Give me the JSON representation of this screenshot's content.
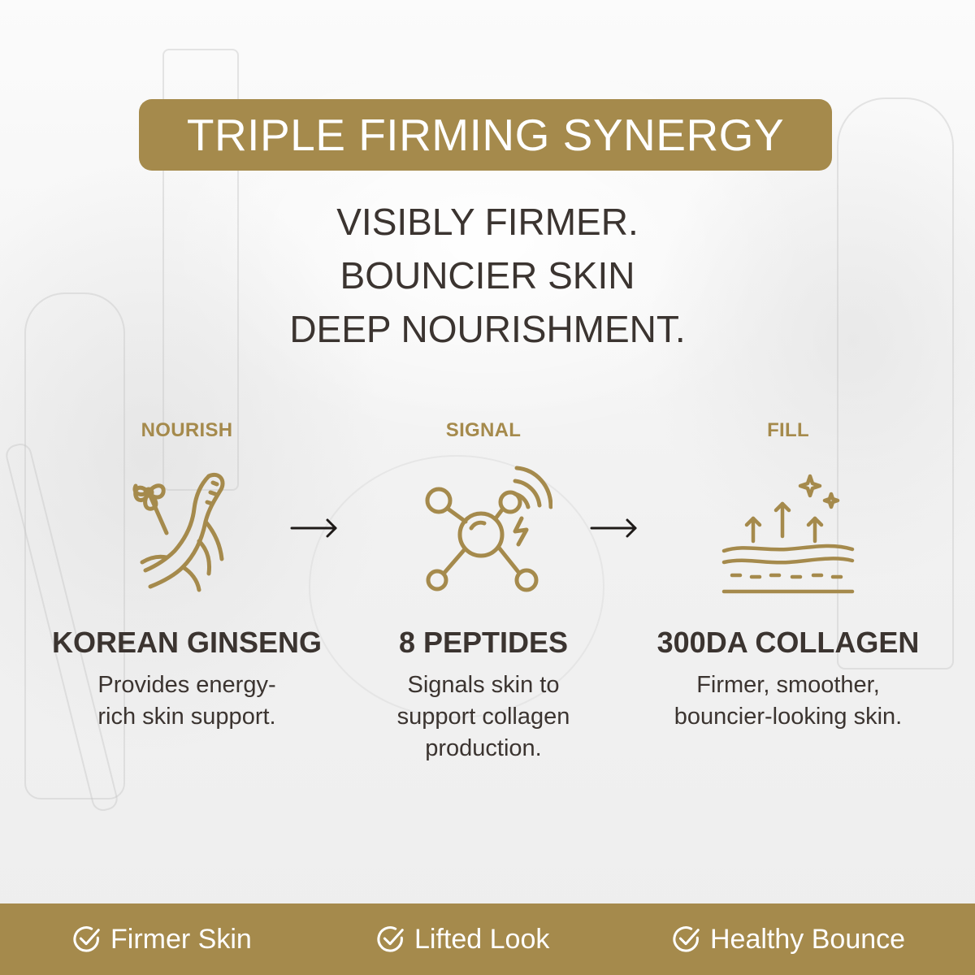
{
  "header": {
    "title": "TRIPLE FIRMING SYNERGY",
    "tagline_lines": [
      "VISIBLY FIRMER.",
      "BOUNCIER SKIN",
      "DEEP NOURISHMENT."
    ]
  },
  "steps": [
    {
      "stage": "NOURISH",
      "icon": "ginseng-root-icon",
      "name": "KOREAN GINSENG",
      "description": "Provides energy-rich skin support."
    },
    {
      "stage": "SIGNAL",
      "icon": "peptide-molecule-icon",
      "name": "8 PEPTIDES",
      "description": "Signals skin to support collagen production."
    },
    {
      "stage": "FILL",
      "icon": "skin-layer-lift-icon",
      "name": "300DA COLLAGEN",
      "description": "Firmer, smoother, bouncier-looking skin."
    }
  ],
  "benefits": [
    {
      "label": "Firmer Skin",
      "icon": "check-circle-icon"
    },
    {
      "label": "Lifted Look",
      "icon": "check-circle-icon"
    },
    {
      "label": "Healthy Bounce",
      "icon": "check-circle-icon"
    }
  ],
  "colors": {
    "accent_gold": "#a58a4c",
    "text_dark": "#3b3430",
    "white": "#ffffff"
  }
}
